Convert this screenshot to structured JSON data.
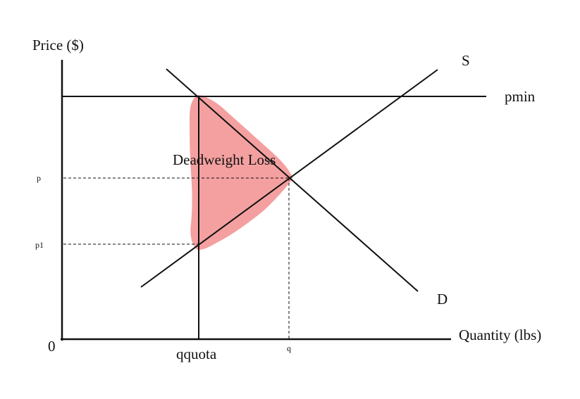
{
  "labels": {
    "y_axis": "Price ($)",
    "x_axis": "Quantity (lbs)",
    "origin": "0",
    "supply": "S",
    "demand": "D",
    "price_floor": "pmin",
    "deadweight_loss": "Deadweight Loss",
    "p": "p",
    "p1": "p1",
    "q": "q",
    "qquota": "qquota"
  },
  "colors": {
    "lines": "#111111",
    "deadweight_loss_fill": "#f4a0a0"
  }
}
